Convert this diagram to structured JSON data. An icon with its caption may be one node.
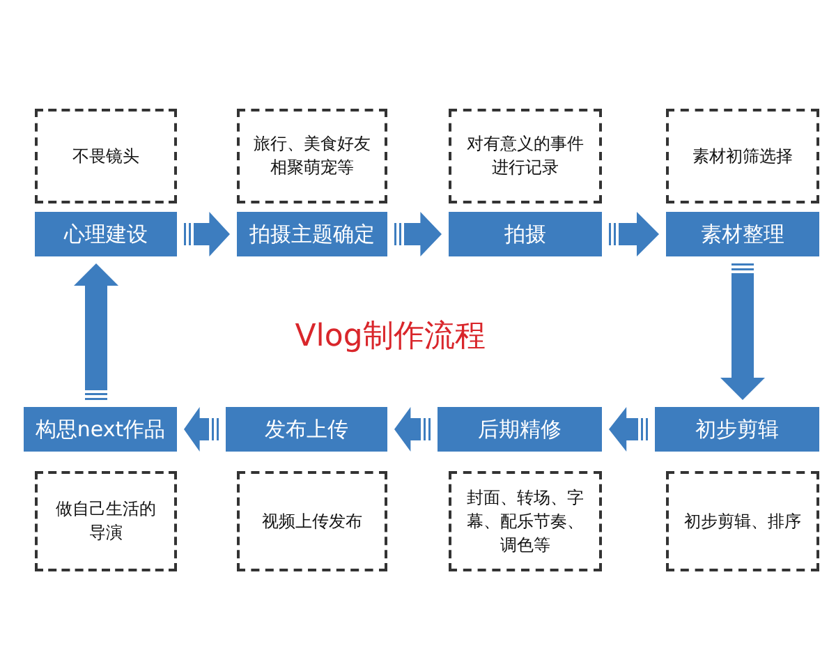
{
  "diagram": {
    "title": "Vlog制作流程",
    "nodes": [
      {
        "text": [
          "不畏镜头"
        ]
      },
      {
        "text": [
          "旅行、美食好友相聚萌宠等"
        ]
      },
      {
        "text": [
          "对有意义的事件进行记录"
        ]
      },
      {
        "text": [
          "素材初筛选择"
        ]
      },
      {
        "text": [
          "心理建设"
        ]
      },
      {
        "text": [
          "拍摄主题确定"
        ]
      },
      {
        "text": [
          "拍摄"
        ]
      },
      {
        "text": [
          "素材整理"
        ]
      },
      {
        "text": [
          "构思next作品"
        ]
      },
      {
        "text": [
          "发布上传"
        ]
      },
      {
        "text": [
          "后期精修"
        ]
      },
      {
        "text": [
          "初步剪辑"
        ]
      },
      {
        "text": [
          "做自己生活的导演"
        ]
      },
      {
        "text": [
          "视频上传发布"
        ]
      },
      {
        "text": [
          "封面、转场、字幕、配乐节奏、调色等"
        ]
      },
      {
        "text": [
          "初步剪辑、排序"
        ]
      }
    ],
    "edges": [
      {
        "from": 4,
        "to": 5,
        "arrow": "to"
      },
      {
        "from": 5,
        "to": 6,
        "arrow": "to"
      },
      {
        "from": 6,
        "to": 7,
        "arrow": "to"
      },
      {
        "from": 7,
        "to": 11,
        "arrow": "to"
      },
      {
        "from": 11,
        "to": 10,
        "arrow": "to"
      },
      {
        "from": 10,
        "to": 9,
        "arrow": "to"
      },
      {
        "from": 9,
        "to": 8,
        "arrow": "to"
      },
      {
        "from": 8,
        "to": 4,
        "arrow": "to"
      }
    ]
  }
}
